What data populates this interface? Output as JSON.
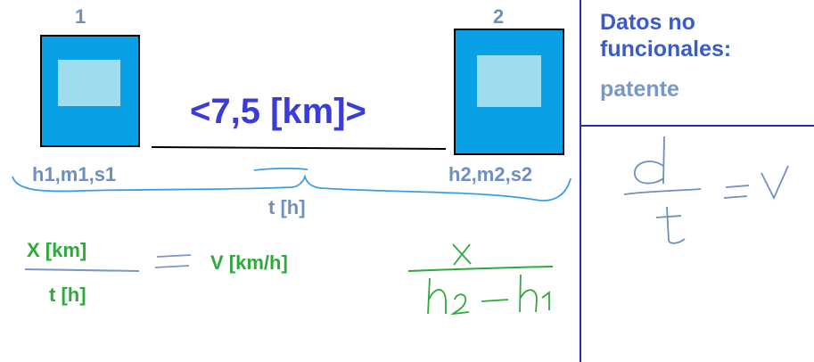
{
  "stations": [
    {
      "number": "1",
      "time": "h1,m1,s1"
    },
    {
      "number": "2",
      "time": "h2,m2,s2"
    }
  ],
  "distance": "<7,5 [km]>",
  "interval_label": "t [h]",
  "formula": {
    "numerator": "X [km]",
    "denominator": "t [h]",
    "result": "V [km/h]"
  },
  "handwritten": {
    "fraction_numerator": "x",
    "fraction_denominator": "h2 - h1",
    "side_formula": "d/t = v"
  },
  "panel": {
    "title_line1": "Datos no",
    "title_line2": "funcionales:",
    "subtitle": "patente"
  },
  "colors": {
    "station_fill": "#0aa0e6",
    "station_window": "#9fdced",
    "distance_text": "#3b3bd6",
    "formula_text": "#2eaa3c",
    "brace": "#3a9ee6",
    "divider": "#2a2ab8"
  }
}
